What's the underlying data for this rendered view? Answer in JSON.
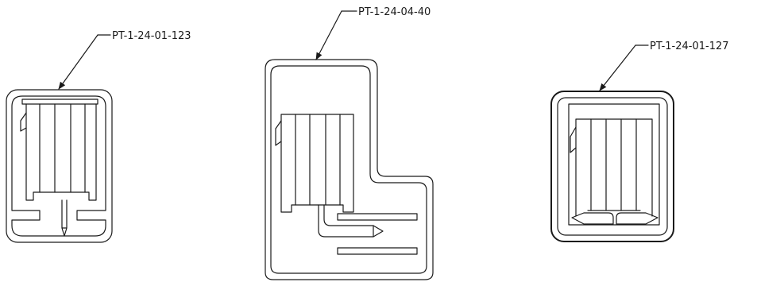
{
  "callouts": [
    {
      "id": "left",
      "part_number": "PT-1-24-01-123"
    },
    {
      "id": "middle",
      "part_number": "PT-1-24-04-40"
    },
    {
      "id": "right",
      "part_number": "PT-1-24-01-127"
    }
  ]
}
